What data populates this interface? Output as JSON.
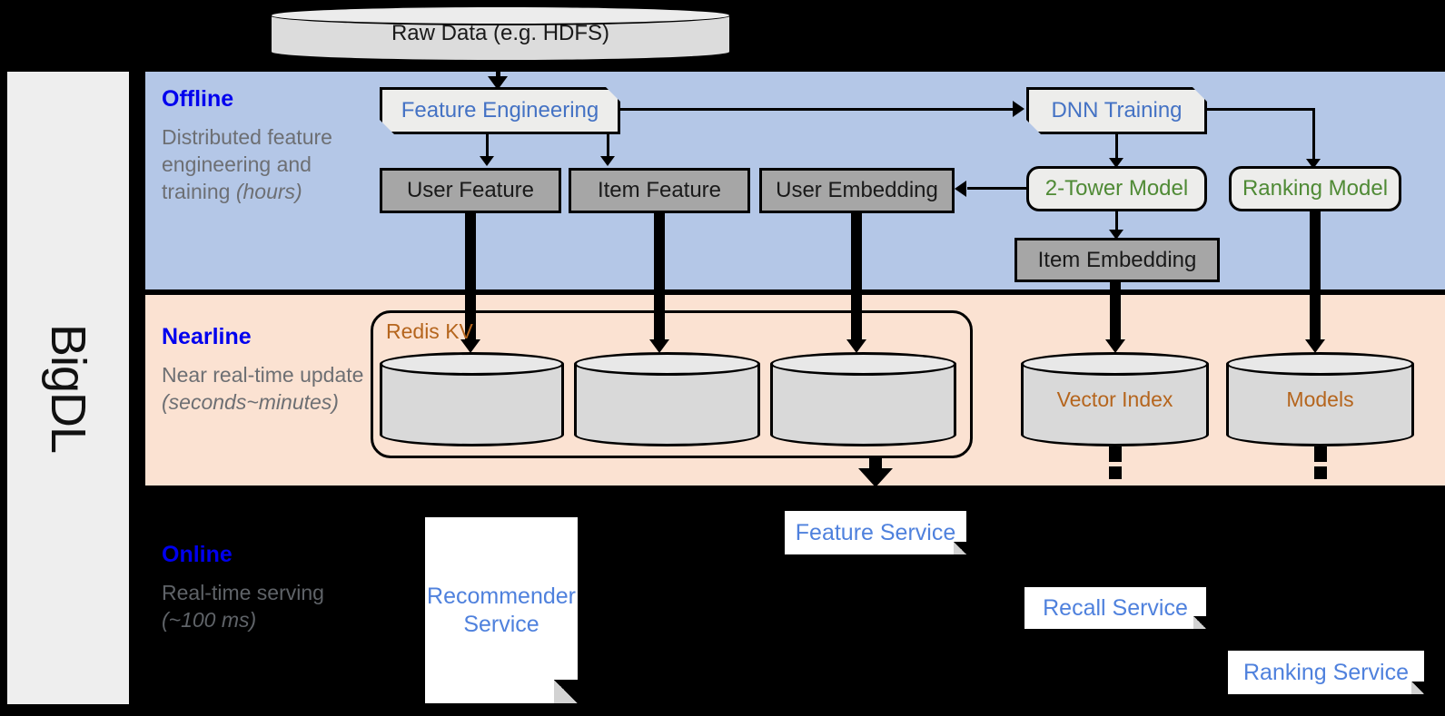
{
  "rail": {
    "label": "BigDL"
  },
  "bands": {
    "offline": {
      "title": "Offline",
      "description": "Distributed feature engineering and training ",
      "description_em": "(hours)",
      "color": "#b4c7e7"
    },
    "nearline": {
      "title": "Nearline",
      "description": "Near real-time update ",
      "description_em": "(seconds~minutes)",
      "color": "#fbe2d2"
    },
    "online": {
      "title": "Online",
      "description": "Real-time serving ",
      "description_em": "(~100 ms)",
      "color": "#000000"
    }
  },
  "source": {
    "label": "Raw Data (e.g. HDFS)"
  },
  "offline_nodes": {
    "feature_engineering": "Feature Engineering",
    "dnn_training": "DNN Training",
    "user_feature": "User Feature",
    "item_feature": "Item Feature",
    "user_embedding": "User Embedding",
    "two_tower_model": "2-Tower Model",
    "ranking_model": "Ranking Model",
    "item_embedding": "Item Embedding"
  },
  "nearline_nodes": {
    "redis_kv": "Redis KV",
    "store_user_feature": "",
    "store_item_feature": "",
    "store_user_embedding": "",
    "vector_index": "Vector Index",
    "models": "Models"
  },
  "online_nodes": {
    "recommender_service": "Recommender Service",
    "feature_service": "Feature Service",
    "recall_service": "Recall Service",
    "ranking_service": "Ranking Service"
  },
  "colors": {
    "title_blue": "#0000ee",
    "node_blue": "#4472c4",
    "node_green": "#4f8a35",
    "brown": "#b5651d",
    "gray_fill": "#a6a6a6",
    "service_blue": "#4f81dd",
    "caption_gray": "#6d6f73"
  }
}
